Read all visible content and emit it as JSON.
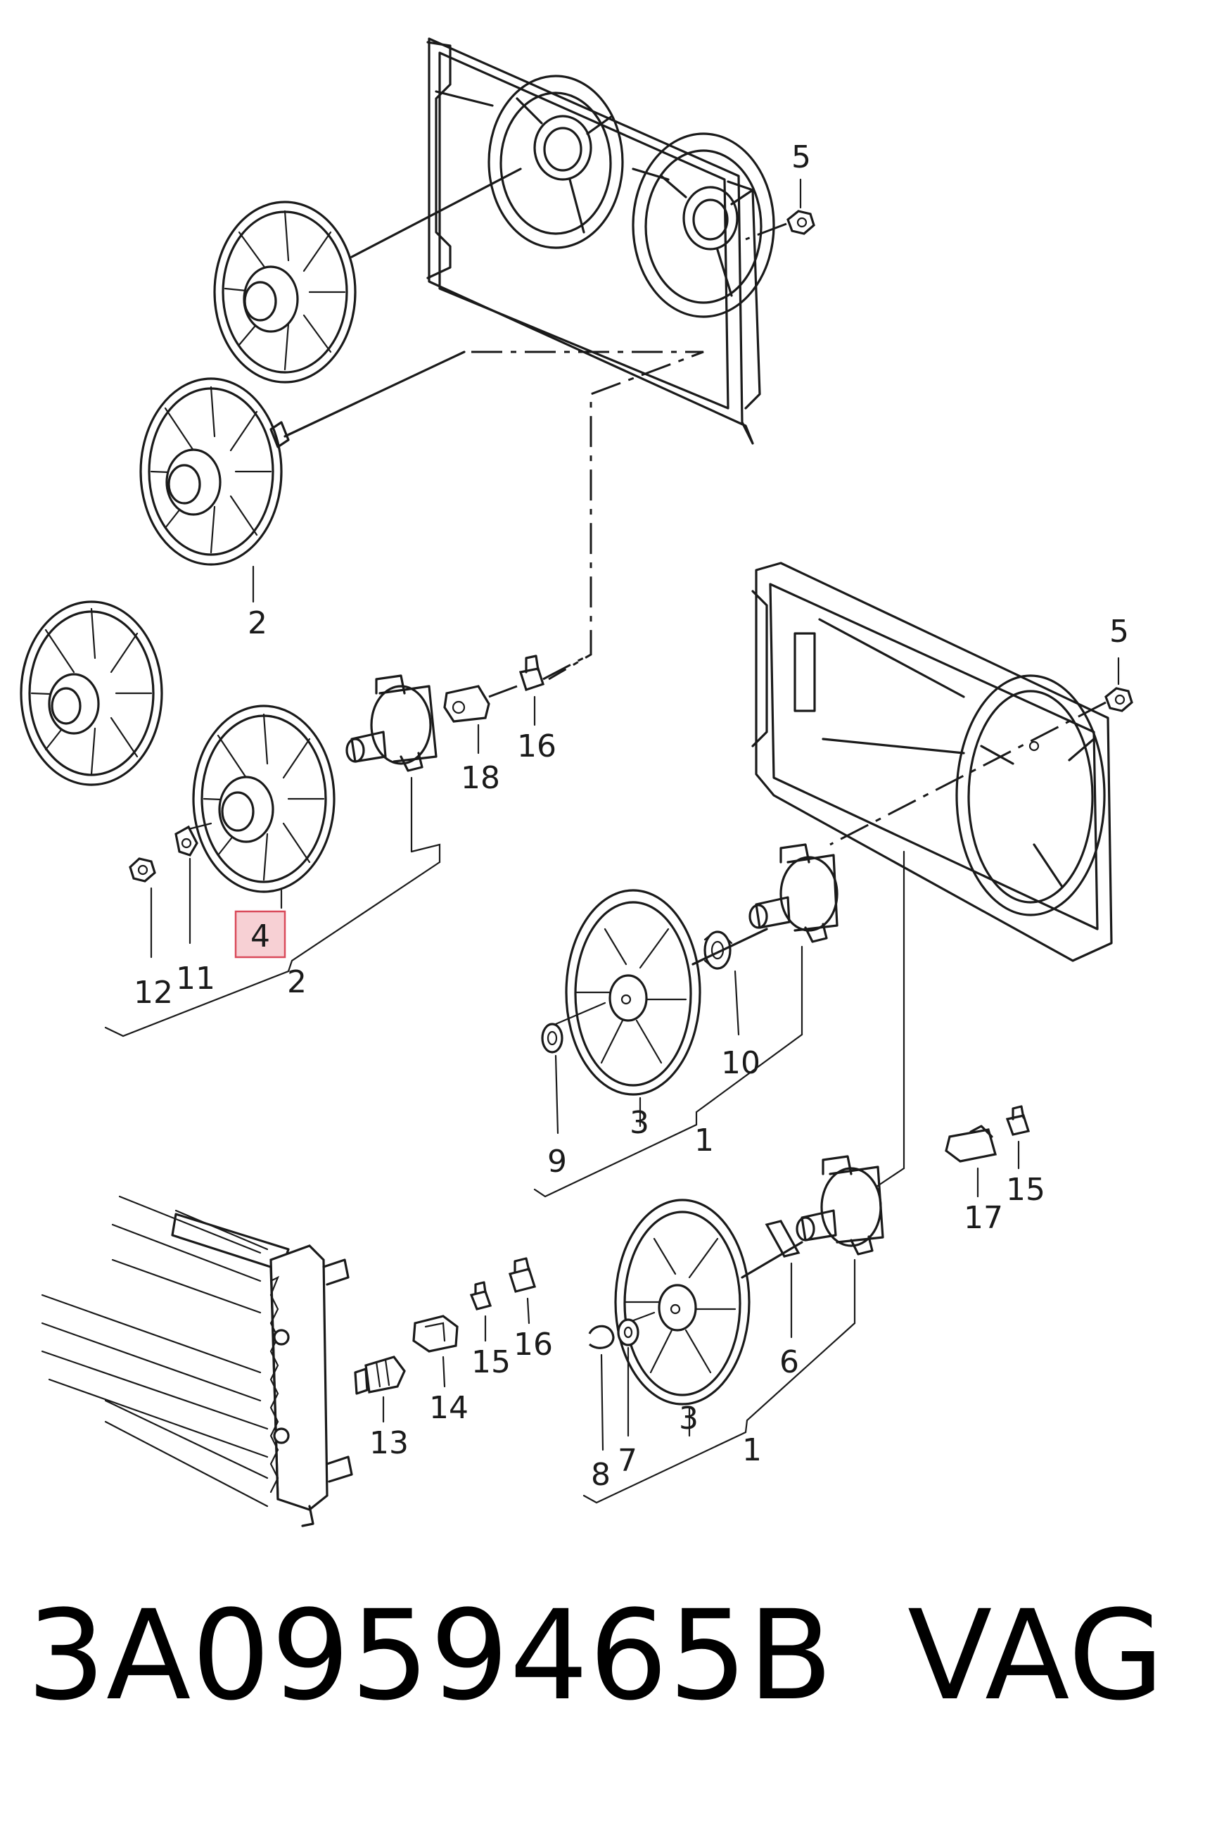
{
  "diagram": {
    "callouts": {
      "fan_upper_rear": "2",
      "fan_mid_left": "2",
      "fan_highlighted": "4",
      "nut_12": "12",
      "washer_11": "11",
      "relay_18": "18",
      "switch_16_top": "16",
      "nut_5_top": "5",
      "nut_5_mid": "5",
      "clip_10": "10",
      "clip_9": "9",
      "fan_3_mid": "3",
      "assy_1_mid": "1",
      "relay_17": "17",
      "switch_15_right": "15",
      "switch_16_bottom": "16",
      "switch_15_bottom": "15",
      "relay_14": "14",
      "switch_13": "13",
      "bracket_6": "6",
      "fan_3_bottom": "3",
      "assy_1_bottom": "1",
      "clip_8": "8",
      "washer_7": "7"
    }
  },
  "footer": {
    "part_number": "3A0959465B",
    "brand": "VAG"
  },
  "colors": {
    "highlight_fill": "#f7d0d4",
    "highlight_stroke": "#d94a5a",
    "ink": "#1a1a1a"
  }
}
